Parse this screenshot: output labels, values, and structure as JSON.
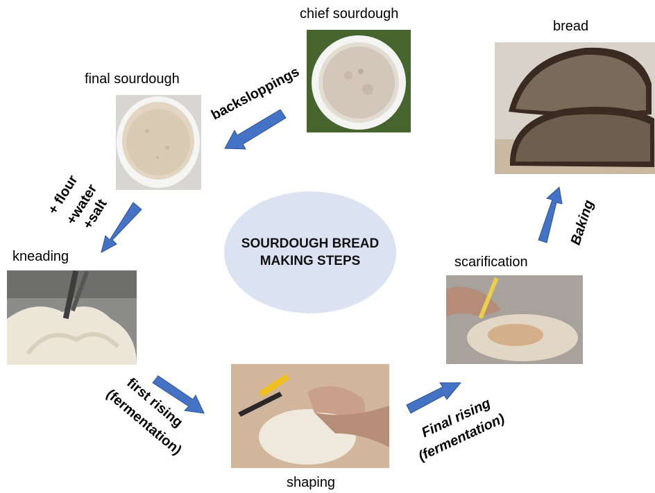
{
  "title_line1": "SOURDOUGH BREAD",
  "title_line2": "MAKING STEPS",
  "labels": {
    "chief": "chief sourdough",
    "final": "final sourdough",
    "bread": "bread",
    "kneading": "kneading",
    "scarification": "scarification",
    "shaping": "shaping"
  },
  "transitions": {
    "backsloppings": "backsloppings",
    "flour": "+ flour",
    "water": "+water",
    "salt": "+salt",
    "first_rising_1": "first rising",
    "first_rising_2": "(fermentation)",
    "final_rising_1": "Final rising",
    "final_rising_2": "(fermentation)",
    "baking": "Baking"
  },
  "colors": {
    "arrow": "#4472c4",
    "arrow_border": "#2f528f",
    "ellipse": "#dbe3f3"
  },
  "icons": {
    "arrow": "block-arrow-icon"
  }
}
